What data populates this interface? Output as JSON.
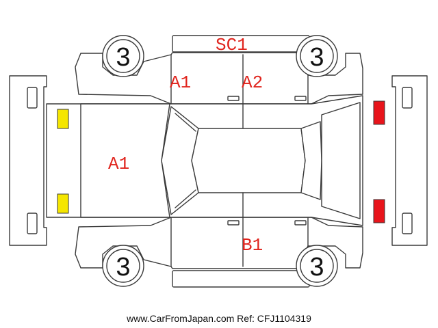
{
  "labels": {
    "roof": "SC1",
    "left_front_door": "A1",
    "left_rear_door": "A2",
    "hood": "A1",
    "right_rear_door": "B1"
  },
  "wheels": {
    "front_left": "3",
    "rear_left": "3",
    "front_right": "3",
    "rear_right": "3"
  },
  "footer": {
    "site": "www.CarFromJapan.com",
    "ref": "Ref: CFJ1104319"
  },
  "colors": {
    "damage_label": "#e0251e",
    "front_lights": "#f5e600",
    "rear_lights": "#e8141b"
  }
}
